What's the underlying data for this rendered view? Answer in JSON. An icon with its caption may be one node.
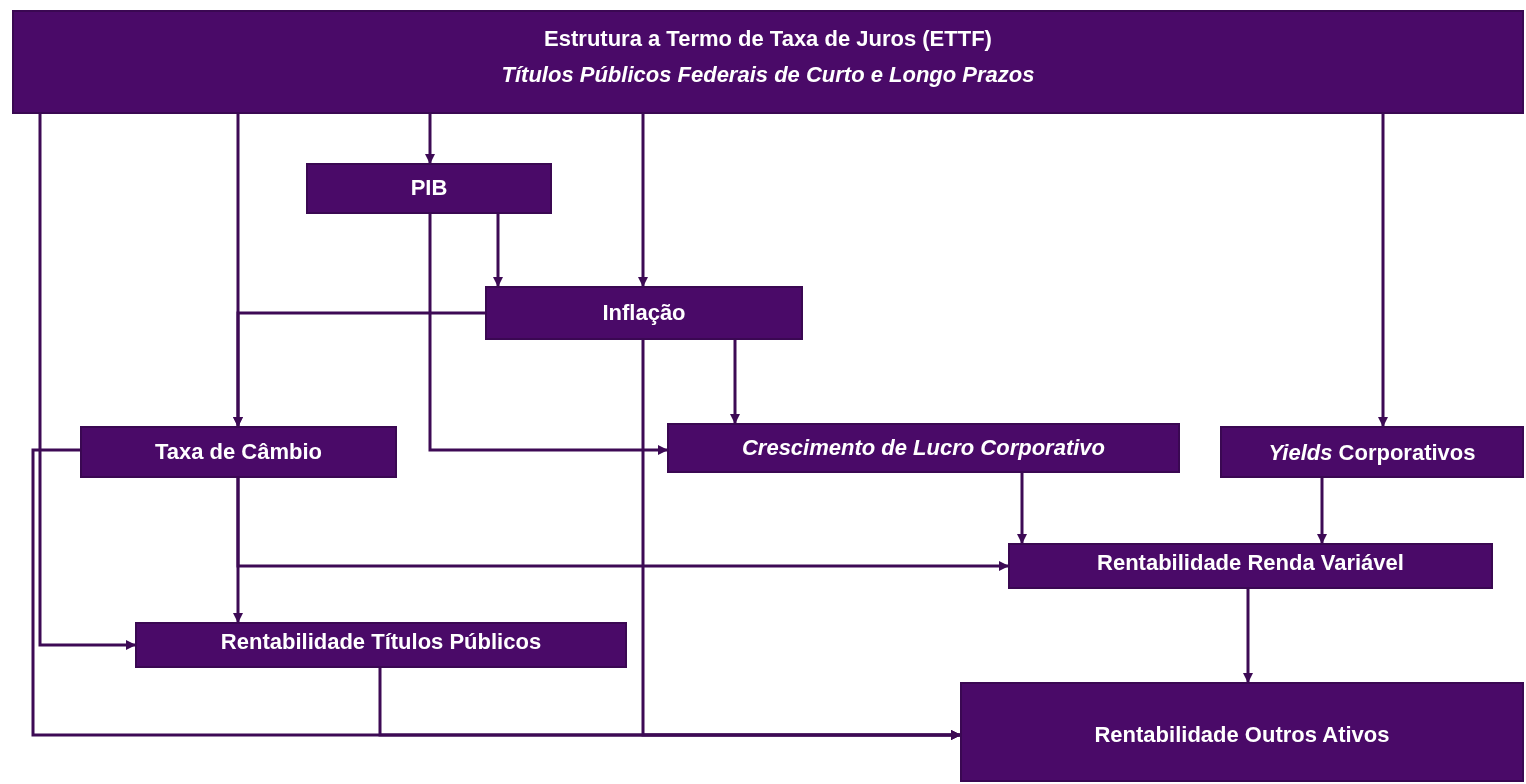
{
  "diagram": {
    "nodes": [
      {
        "text": [
          "Estrutura a Termo de Taxa de Juros (ETTF)",
          "Títulos Públicos Federais de Curto e Longo Prazos"
        ]
      },
      {
        "text": [
          "PIB"
        ]
      },
      {
        "text": [
          "Inflação"
        ]
      },
      {
        "text": [
          "Taxa de Câmbio"
        ]
      },
      {
        "text": [
          "Crescimento de Lucro Corporativo"
        ]
      },
      {
        "text": [
          "*Yields* Corporativos"
        ]
      },
      {
        "text": [
          "Rentabilidade Renda Variável"
        ]
      },
      {
        "text": [
          "Rentabilidade Títulos Públicos"
        ]
      },
      {
        "text": [
          "Rentabilidade Outros Ativos"
        ]
      }
    ],
    "edges": [
      {
        "from": 0,
        "to": 7,
        "arrow": "to"
      },
      {
        "from": 0,
        "to": 3,
        "arrow": "to"
      },
      {
        "from": 0,
        "to": 1,
        "arrow": "to"
      },
      {
        "from": 0,
        "to": 2,
        "arrow": "to"
      },
      {
        "from": 0,
        "to": 5,
        "arrow": "to"
      },
      {
        "from": 1,
        "to": 2,
        "arrow": "to"
      },
      {
        "from": 1,
        "to": 4,
        "arrow": "to"
      },
      {
        "from": 2,
        "to": 3,
        "arrow": "to"
      },
      {
        "from": 2,
        "to": 4,
        "arrow": "to"
      },
      {
        "from": 2,
        "to": 8,
        "arrow": "to"
      },
      {
        "from": 3,
        "to": 8,
        "arrow": "to"
      },
      {
        "from": 3,
        "to": 6,
        "arrow": "to"
      },
      {
        "from": 3,
        "to": 7,
        "arrow": "to"
      },
      {
        "from": 4,
        "to": 6,
        "arrow": "to"
      },
      {
        "from": 5,
        "to": 6,
        "arrow": "to"
      },
      {
        "from": 6,
        "to": 8,
        "arrow": "to"
      },
      {
        "from": 7,
        "to": 8,
        "arrow": "to"
      }
    ]
  }
}
